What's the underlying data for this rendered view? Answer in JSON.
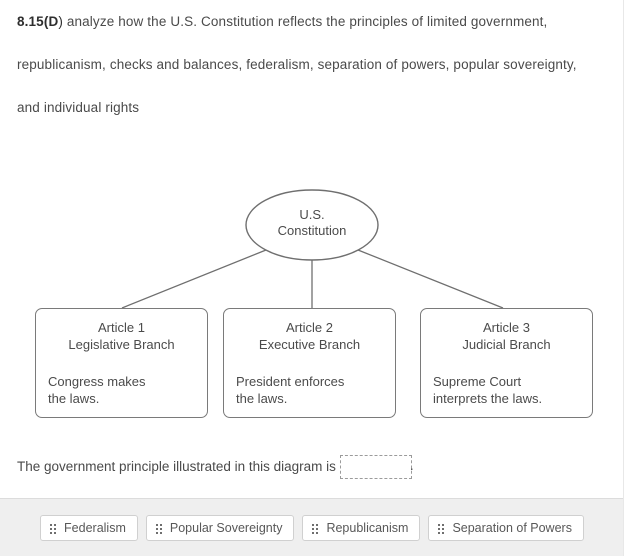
{
  "question": {
    "code_prefix": "8.15(",
    "code_bold": "D",
    "code_suffix": ")",
    "stem": " analyze how the U.S. Constitution reflects the principles of limited government, republicanism, checks and balances, federalism, separation of powers, popular sovereignty, and individual rights"
  },
  "diagram": {
    "root": {
      "label": "U.S.\nConstitution",
      "shape": "ellipse"
    },
    "branches": [
      {
        "title": "Article 1\nLegislative Branch",
        "body": "Congress makes\nthe laws."
      },
      {
        "title": "Article 2\nExecutive Branch",
        "body": "President enforces\nthe laws."
      },
      {
        "title": "Article 3\nJudicial Branch",
        "body": "Supreme Court\ninterprets the laws."
      }
    ]
  },
  "answer_line": {
    "prompt": "The government principle illustrated in this diagram is",
    "dropzone_value": "",
    "period": "."
  },
  "answer_bank": {
    "options": [
      {
        "label": "Federalism",
        "handle_icon": "drag-handle-icon"
      },
      {
        "label": "Popular Sovereignty",
        "handle_icon": "drag-handle-icon"
      },
      {
        "label": "Republicanism",
        "handle_icon": "drag-handle-icon"
      },
      {
        "label": "Separation of Powers",
        "handle_icon": "drag-handle-icon"
      }
    ]
  },
  "colors": {
    "page_bg": "#ffffff",
    "bank_bg": "#efefef",
    "text": "#4a4a4a",
    "diagram_stroke": "#7a7a7a",
    "chip_border": "#d0d0d0",
    "dropzone_border": "#9b9b9b"
  }
}
